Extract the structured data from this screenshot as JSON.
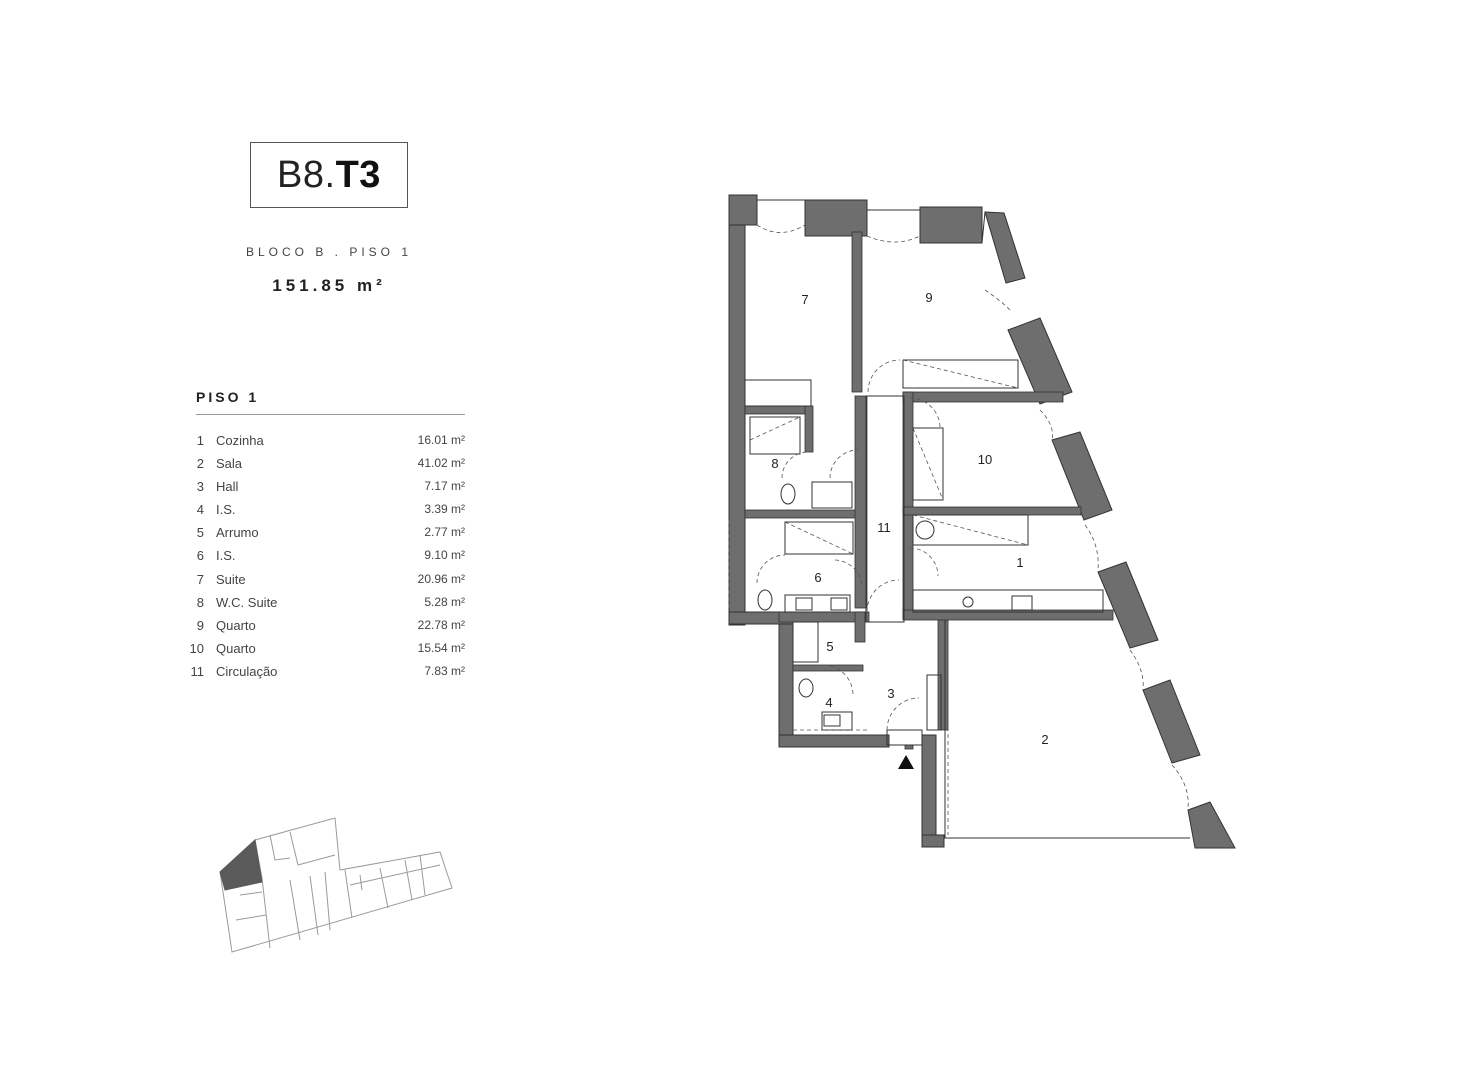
{
  "unit": {
    "code": "B8.",
    "type": "T3"
  },
  "location": "BLOCO B . PISO 1",
  "total_area": "151.85 m²",
  "floor_label": "PISO 1",
  "rooms": [
    {
      "num": "1",
      "name": "Cozinha",
      "area": "16.01 m²"
    },
    {
      "num": "2",
      "name": "Sala",
      "area": "41.02 m²"
    },
    {
      "num": "3",
      "name": "Hall",
      "area": "7.17 m²"
    },
    {
      "num": "4",
      "name": "I.S.",
      "area": "3.39 m²"
    },
    {
      "num": "5",
      "name": "Arrumo",
      "area": "2.77 m²"
    },
    {
      "num": "6",
      "name": "I.S.",
      "area": "9.10 m²"
    },
    {
      "num": "7",
      "name": "Suite",
      "area": "20.96 m²"
    },
    {
      "num": "8",
      "name": "W.C. Suite",
      "area": "5.28 m²"
    },
    {
      "num": "9",
      "name": "Quarto",
      "area": "22.78 m²"
    },
    {
      "num": "10",
      "name": "Quarto",
      "area": "15.54 m²"
    },
    {
      "num": "11",
      "name": "Circulação",
      "area": "7.83 m²"
    }
  ],
  "plan_labels": {
    "r1": "1",
    "r2": "2",
    "r3": "3",
    "r4": "4",
    "r5": "5",
    "r6": "6",
    "r7": "7",
    "r8": "8",
    "r9": "9",
    "r10": "10",
    "r11": "11"
  },
  "colors": {
    "wall": "#6e6e6e",
    "line": "#333333",
    "key_fill": "#5a5a5a"
  }
}
